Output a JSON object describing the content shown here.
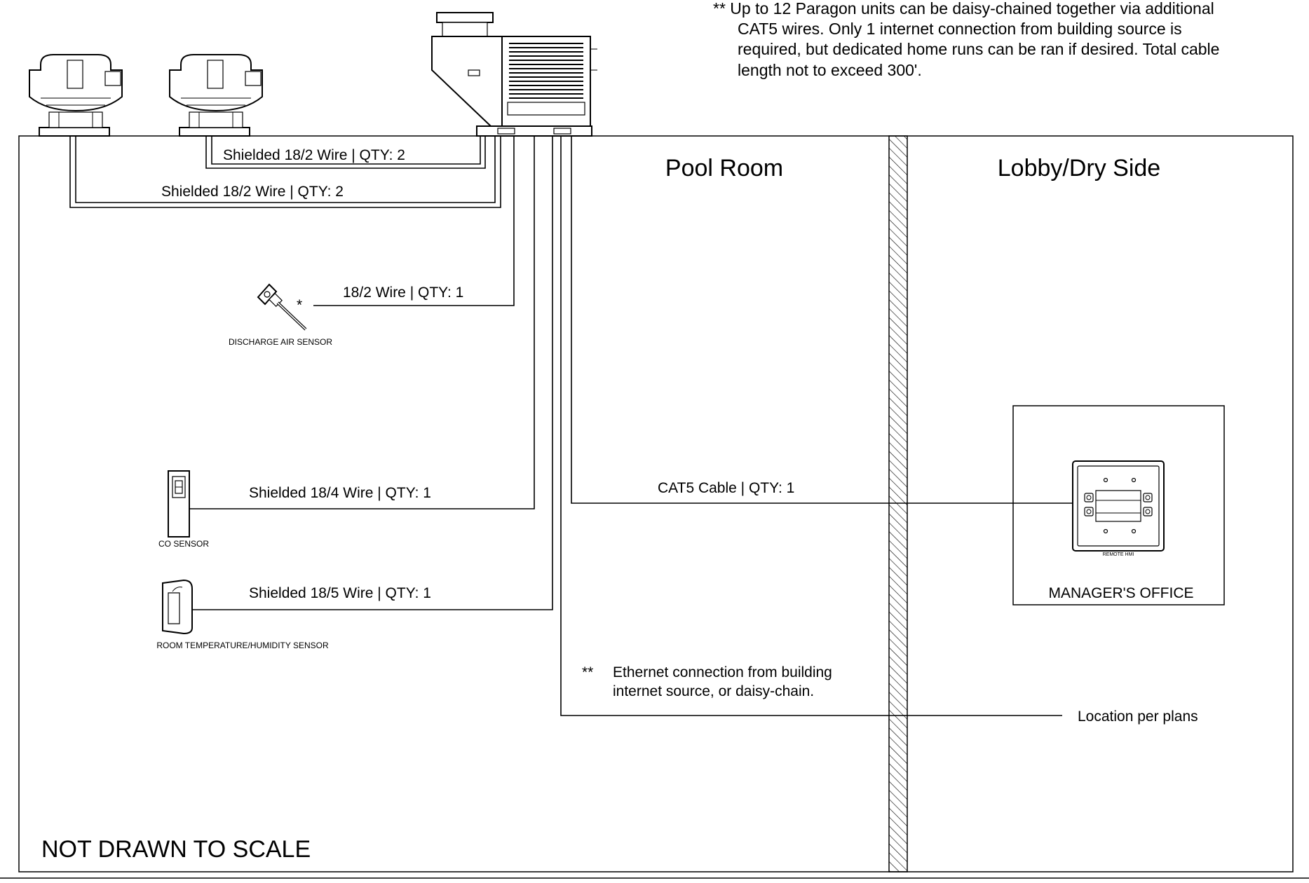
{
  "note_top": {
    "lines": [
      "** Up to 12 Paragon units can be daisy-chained together via additional",
      "CAT5 wires. Only 1 internet connection from building source is",
      "required, but dedicated home runs can be ran if desired. Total cable",
      "length not to exceed 300'."
    ]
  },
  "rooms": {
    "pool": "Pool Room",
    "lobby": "Lobby/Dry Side",
    "office": "MANAGER'S OFFICE"
  },
  "wires": {
    "fan2": "Shielded 18/2 Wire | QTY: 2",
    "fan1": "Shielded 18/2 Wire | QTY: 2",
    "discharge": "18/2 Wire | QTY: 1",
    "co": "Shielded 18/4 Wire | QTY: 1",
    "temp": "Shielded 18/5 Wire | QTY: 1",
    "cat5": "CAT5 Cable | QTY: 1"
  },
  "devices": {
    "discharge_sensor": "DISCHARGE AIR SENSOR",
    "discharge_mark": "*",
    "co_sensor": "CO SENSOR",
    "temp_sensor": "ROOM TEMPERATURE/HUMIDITY SENSOR",
    "hmi": "REMOTE HMI"
  },
  "ethernet_note": {
    "mark": "**",
    "line1": "Ethernet connection from building",
    "line2": "internet source, or daisy-chain."
  },
  "location_label": "Location per plans",
  "scale_note": "NOT DRAWN TO SCALE"
}
